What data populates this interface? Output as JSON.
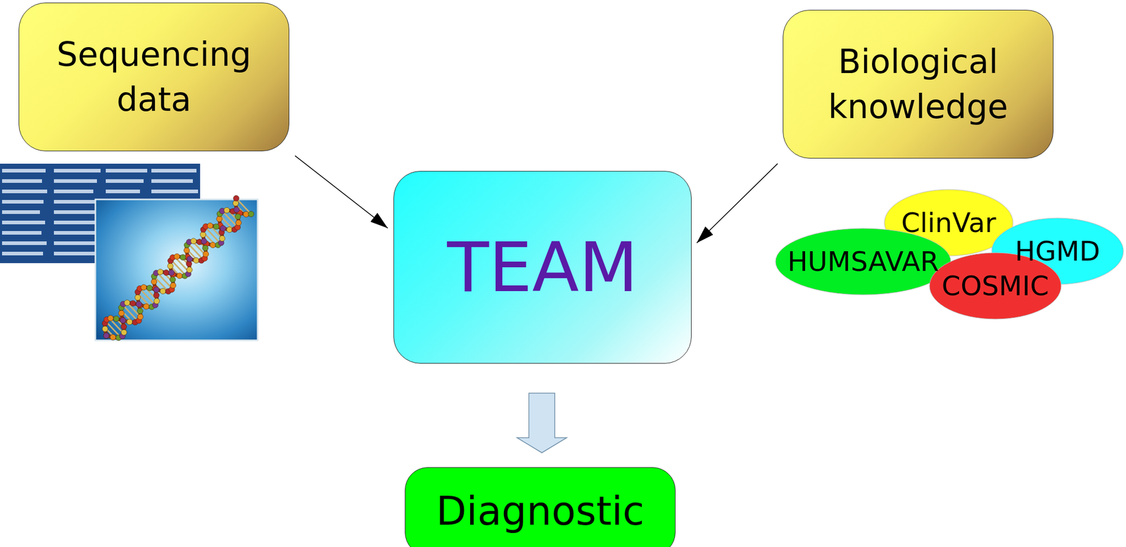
{
  "diagram": {
    "nodes": [
      {
        "text": [
          "Sequencing data"
        ]
      },
      {
        "text": [
          "Biological knowledge"
        ]
      },
      {
        "text": [
          "TEAM"
        ]
      },
      {
        "text": [
          "Diagnostic"
        ]
      },
      {
        "text": [
          "ClinVar"
        ]
      },
      {
        "text": [
          "HUMSAVAR"
        ]
      },
      {
        "text": [
          "HGMD"
        ]
      },
      {
        "text": [
          "COSMIC"
        ]
      }
    ],
    "edges": [
      {
        "from": 0,
        "to": 2,
        "arrow": "to"
      },
      {
        "from": 1,
        "to": 2,
        "arrow": "to"
      },
      {
        "from": 2,
        "to": 3,
        "arrow": "to"
      }
    ]
  }
}
